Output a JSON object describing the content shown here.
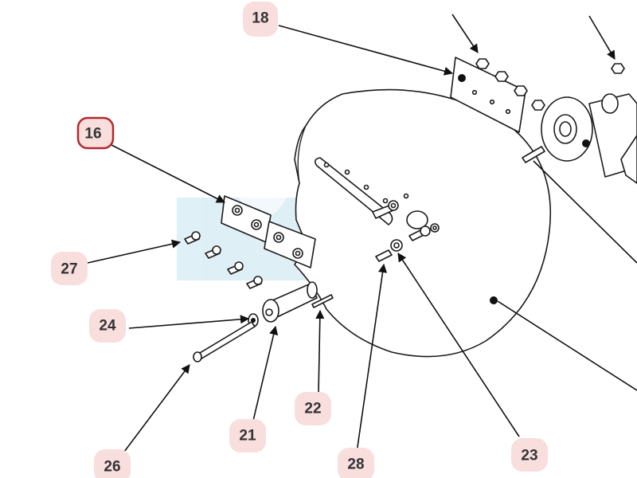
{
  "diagram": {
    "colors": {
      "callout_fill": "#f9dede",
      "selected_outline": "#b3282d",
      "watermark": "#dbeef6",
      "line": "#1a1a1a"
    },
    "callouts": [
      {
        "id": "c18",
        "label": "18",
        "selected": false
      },
      {
        "id": "c16",
        "label": "16",
        "selected": true
      },
      {
        "id": "c27",
        "label": "27",
        "selected": false
      },
      {
        "id": "c24",
        "label": "24",
        "selected": false
      },
      {
        "id": "c22",
        "label": "22",
        "selected": false
      },
      {
        "id": "c21",
        "label": "21",
        "selected": false
      },
      {
        "id": "c26",
        "label": "26",
        "selected": false
      },
      {
        "id": "c28",
        "label": "28",
        "selected": false
      },
      {
        "id": "c23",
        "label": "23",
        "selected": false
      }
    ]
  }
}
